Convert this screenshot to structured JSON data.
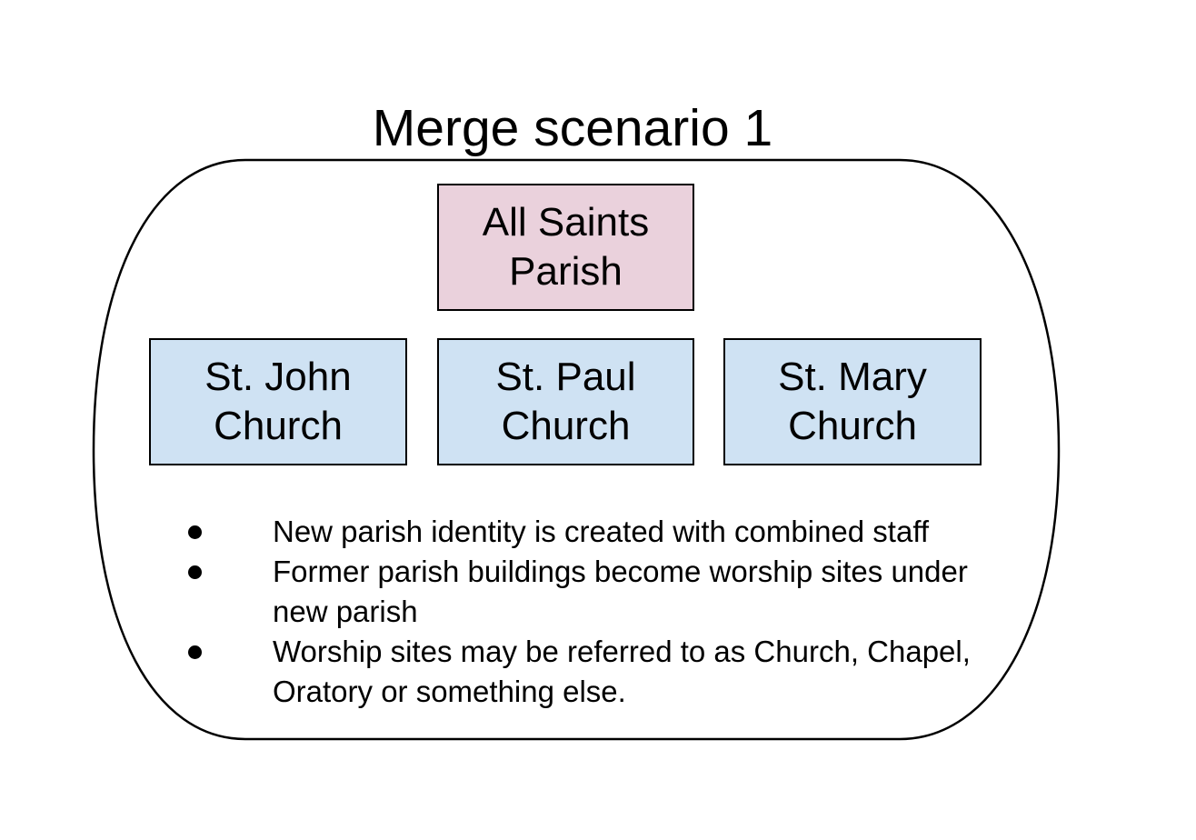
{
  "title": "Merge scenario 1",
  "colors": {
    "parish_fill": "#ead1dc",
    "church_fill": "#cfe2f3",
    "stroke": "#000000"
  },
  "parish": {
    "line1": "All Saints",
    "line2": "Parish"
  },
  "churches": [
    {
      "line1": "St. John",
      "line2": "Church"
    },
    {
      "line1": "St. Paul",
      "line2": "Church"
    },
    {
      "line1": "St. Mary",
      "line2": "Church"
    }
  ],
  "bullets": [
    "New parish identity is created with combined staff",
    "Former parish buildings become worship sites under new parish",
    "Worship sites may be referred to as Church, Chapel, Oratory or something else."
  ]
}
